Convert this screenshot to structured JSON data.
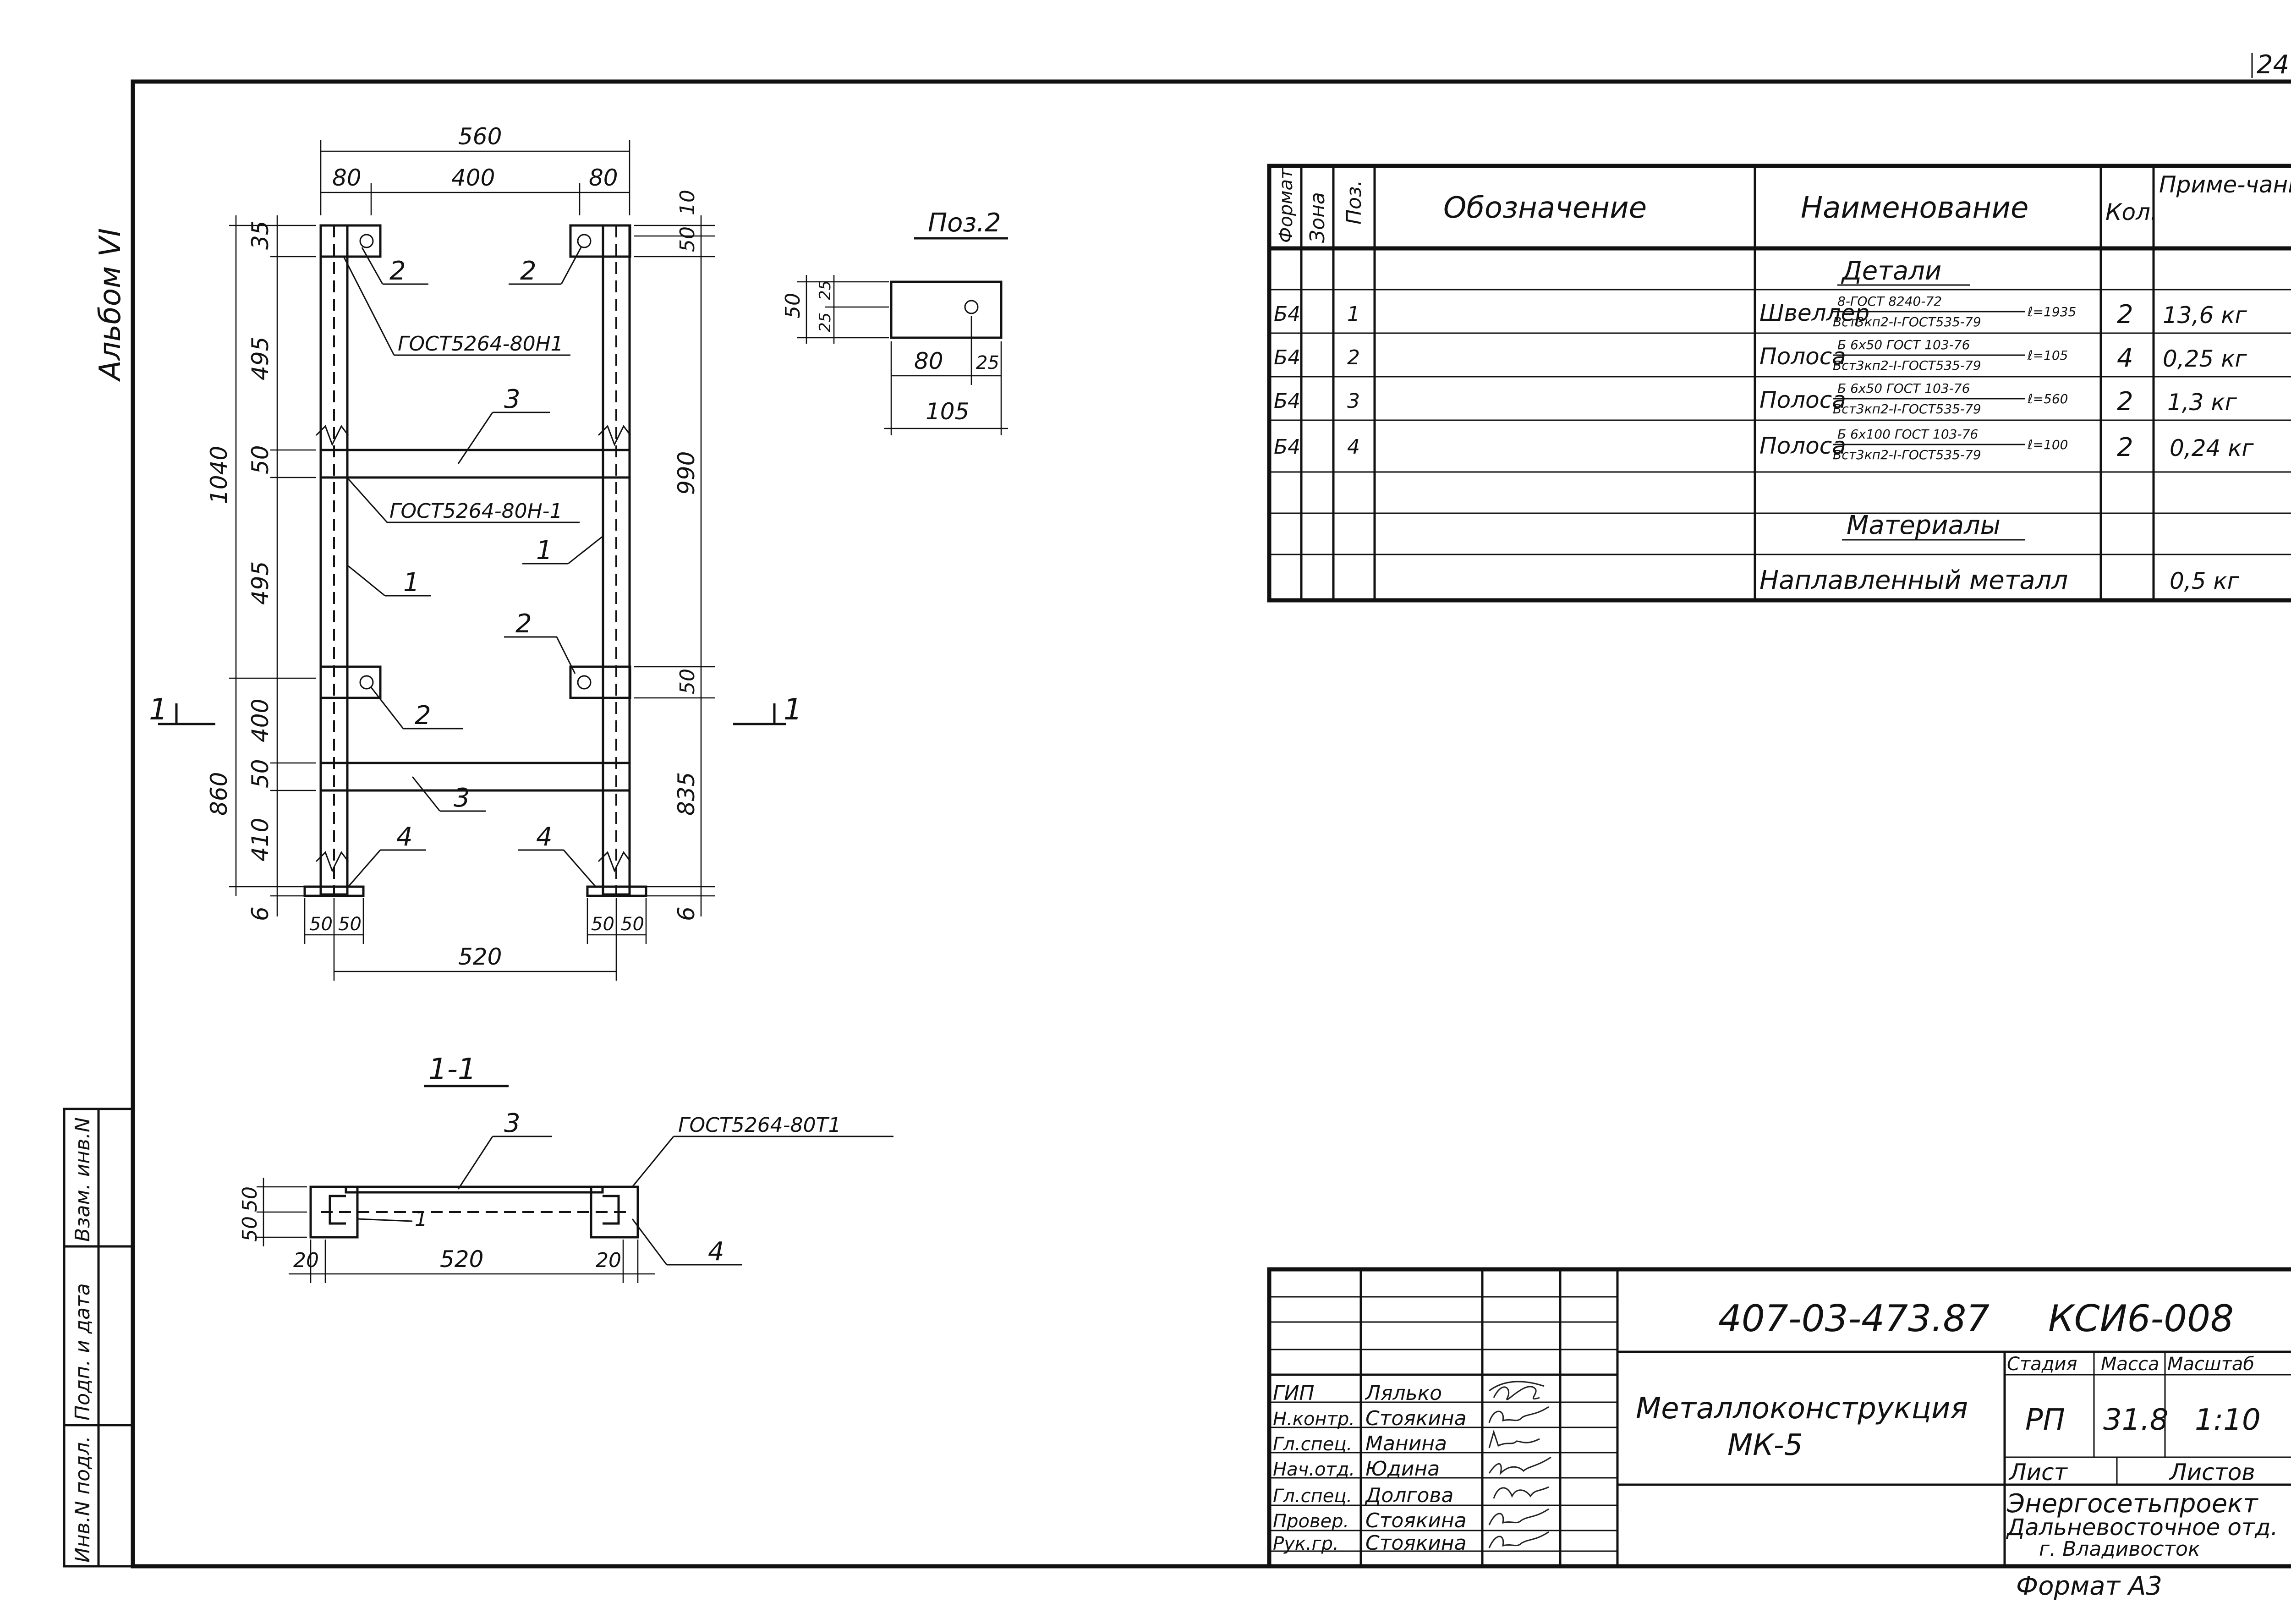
{
  "sheet_number": "24",
  "album": "Альбом VI",
  "side_stamp": [
    "Инв.N подл.",
    "Подп. и дата",
    "Взам. инв.N"
  ],
  "drawing": {
    "dims_top": [
      "560",
      "80",
      "400",
      "80"
    ],
    "dims_left": [
      "35",
      "495",
      "1040",
      "50",
      "495",
      "400",
      "860",
      "50",
      "410",
      "6"
    ],
    "dims_right": [
      "10",
      "50",
      "990",
      "50",
      "835",
      "6"
    ],
    "dims_bottom": [
      "50",
      "50",
      "50",
      "50",
      "520"
    ],
    "callouts": [
      "2",
      "2",
      "3",
      "1",
      "1",
      "2",
      "2",
      "3",
      "4",
      "4"
    ],
    "weld_notes": [
      "ГОСТ5264-80Н1",
      "ГОСТ5264-80Н-1"
    ],
    "section_marks": [
      "1",
      "1"
    ]
  },
  "pos2": {
    "title": "Поз.2",
    "dims": [
      "50",
      "25",
      "25",
      "80",
      "25",
      "105"
    ]
  },
  "section": {
    "title": "1-1",
    "weld_note": "ГОСТ5264-80Т1",
    "callouts": [
      "3",
      "1",
      "4"
    ],
    "dims": [
      "50",
      "50",
      "20",
      "520",
      "20"
    ]
  },
  "spec": {
    "headers": [
      "Формат",
      "Зона",
      "Поз.",
      "Обозначение",
      "Наименование",
      "Кол.",
      "Приме-чание"
    ],
    "section_details": "Детали",
    "rows": [
      {
        "format": "Б4",
        "pos": "1",
        "name": "Швеллер",
        "top": "8-ГОСТ 8240-72",
        "bottom": "Вст3кп2-I-ГОСТ535-79",
        "len": "ℓ=1935",
        "qty": "2",
        "note": "13,6 кг"
      },
      {
        "format": "Б4",
        "pos": "2",
        "name": "Полоса",
        "top": "Б 6х50 ГОСТ 103-76",
        "bottom": "Вст3кп2-I-ГОСТ535-79",
        "len": "ℓ=105",
        "qty": "4",
        "note": "0,25 кг"
      },
      {
        "format": "Б4",
        "pos": "3",
        "name": "Полоса",
        "top": "Б 6х50 ГОСТ 103-76",
        "bottom": "Вст3кп2-I-ГОСТ535-79",
        "len": "ℓ=560",
        "qty": "2",
        "note": "1,3 кг"
      },
      {
        "format": "Б4",
        "pos": "4",
        "name": "Полоса",
        "top": "Б 6х100 ГОСТ 103-76",
        "bottom": "Вст3кп2-I-ГОСТ535-79",
        "len": "ℓ=100",
        "qty": "2",
        "note": "0,24 кг"
      }
    ],
    "section_materials": "Материалы",
    "material_row": {
      "name": "Наплавленный металл",
      "note": "0,5 кг"
    }
  },
  "title_block": {
    "doc_number": "407-03-473.87",
    "code": "КСИ6-008",
    "title_line1": "Металлоконструкция",
    "title_line2": "МК-5",
    "stage_label": "Стадия",
    "mass_label": "Масса",
    "scale_label": "Масштаб",
    "stage": "РП",
    "mass": "31.8",
    "scale": "1:10",
    "sheet_label": "Лист",
    "sheets_label": "Листов",
    "org_line1": "Энергосетьпроект",
    "org_line2": "Дальневосточное отд.",
    "org_line3": "г. Владивосток",
    "people": [
      {
        "role": "ГИП",
        "name": "Лялько"
      },
      {
        "role": "Н.контр.",
        "name": "Стоякина"
      },
      {
        "role": "Гл.спец.",
        "name": "Манина"
      },
      {
        "role": "Нач.отд.",
        "name": "Юдина"
      },
      {
        "role": "Гл.спец.",
        "name": "Долгова"
      },
      {
        "role": "Провер.",
        "name": "Стоякина"
      },
      {
        "role": "Рук.гр.",
        "name": "Стоякина"
      }
    ]
  },
  "format_label": "Формат А3"
}
